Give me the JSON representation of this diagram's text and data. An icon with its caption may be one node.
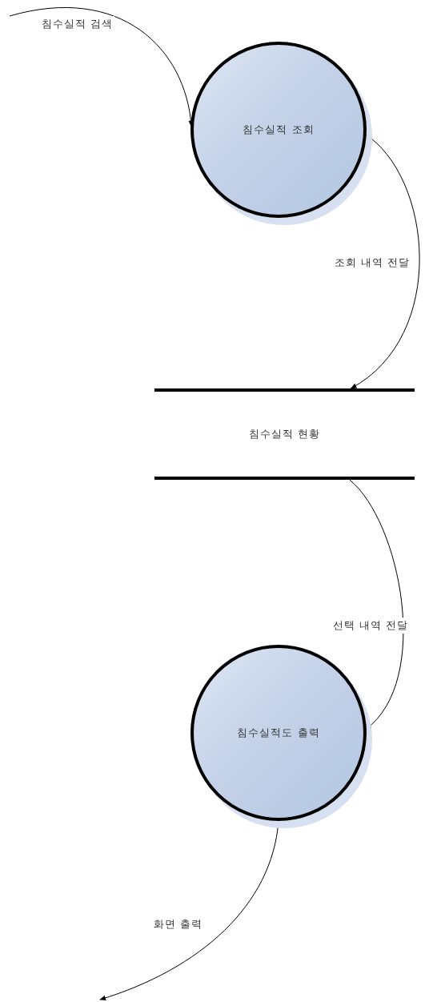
{
  "diagram": {
    "nodes": [
      {
        "text": [
          "침수실적 조회"
        ]
      },
      {
        "text": [
          "침수실적 현황"
        ]
      },
      {
        "text": [
          "침수실적도 출력"
        ]
      }
    ],
    "edges": [
      {
        "from": null,
        "to": 0,
        "arrow": "to",
        "label": "침수실적 검색"
      },
      {
        "from": 0,
        "to": 1,
        "arrow": "to",
        "label": "조회 내역 전달"
      },
      {
        "from": 1,
        "to": 2,
        "arrow": "to",
        "label": "선택 내역 전달"
      },
      {
        "from": 2,
        "to": null,
        "arrow": "to",
        "label": "화면 출력"
      }
    ]
  }
}
